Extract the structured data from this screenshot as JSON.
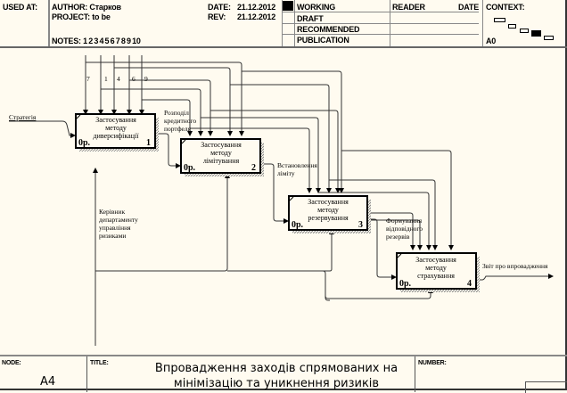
{
  "header": {
    "used_at_label": "USED AT:",
    "author_label": "AUTHOR:",
    "author": "Старков",
    "project_label": "PROJECT:",
    "project": "to be",
    "notes_label": "NOTES:",
    "notes": "1  2  3  4  5  6  7  8  9  10",
    "date_label": "DATE:",
    "date": "21.12.2012",
    "rev_label": "REV:",
    "rev": "21.12.2012",
    "status": [
      "WORKING",
      "DRAFT",
      "RECOMMENDED",
      "PUBLICATION"
    ],
    "active_status": "WORKING",
    "reader_label": "READER",
    "reader_date_label": "DATE",
    "context_label": "CONTEXT:",
    "context_node": "A0"
  },
  "diagram": {
    "activities": [
      {
        "id": "1",
        "label": [
          "Застосування",
          "методу",
          "диверсифікації"
        ],
        "cost": "0р."
      },
      {
        "id": "2",
        "label": [
          "Застосування",
          "методу",
          "лімітування"
        ],
        "cost": "0р."
      },
      {
        "id": "3",
        "label": [
          "Застосування",
          "методу",
          "резервування"
        ],
        "cost": "0р."
      },
      {
        "id": "4",
        "label": [
          "Застосування",
          "методу",
          "страхування"
        ],
        "cost": "0р."
      }
    ],
    "arrow_labels": {
      "input": "Стратегія",
      "output1": [
        "Розподіл",
        "кредитного",
        "портфеля"
      ],
      "output2": [
        "Встановлення",
        "ліміту"
      ],
      "output3": [
        "Формування",
        "відповідного",
        "резервів"
      ],
      "output4": "Звіт про впровадження",
      "mechanism": [
        "Керівник",
        "департаменту",
        "управління",
        "ризиками"
      ]
    },
    "control_numbers": [
      "7",
      "1",
      "4",
      "6",
      "9"
    ]
  },
  "footer": {
    "node_label": "NODE:",
    "node": "A4",
    "title_label": "TITLE:",
    "title_line1": "Впровадження заходів  спрямованих на",
    "title_line2": "мінімізацію та уникнення ризиків",
    "number_label": "NUMBER:"
  }
}
